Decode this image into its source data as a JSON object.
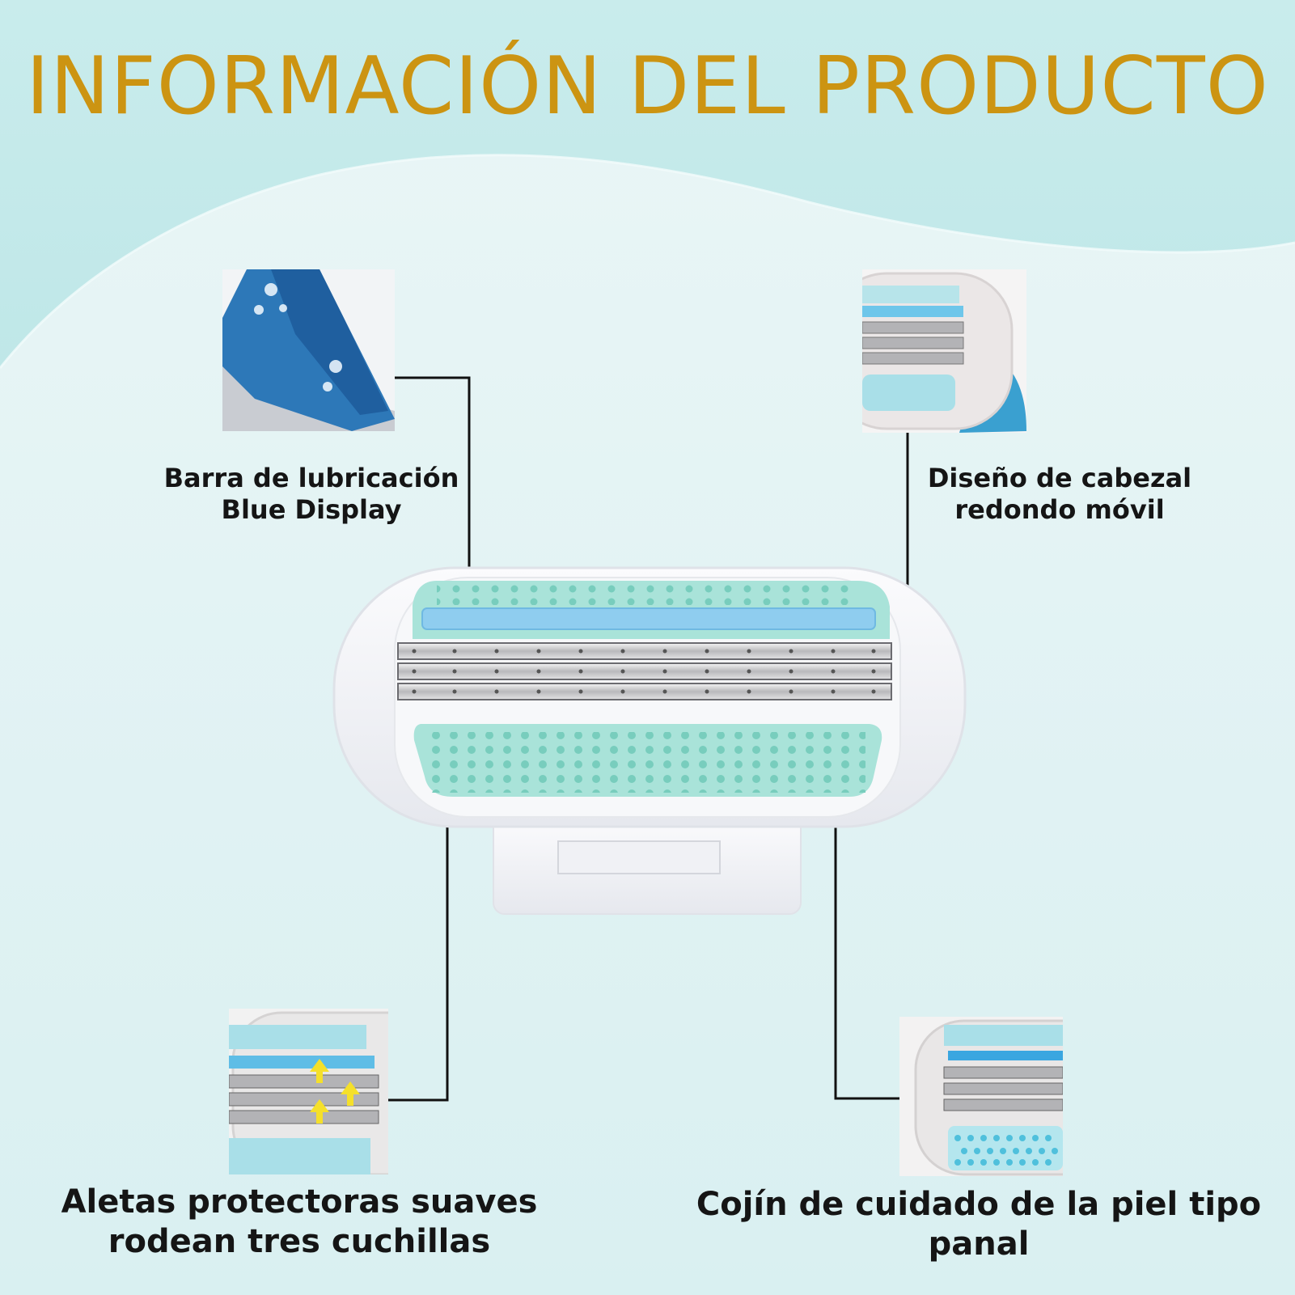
{
  "title": "INFORMACIÓN DEL PRODUCTO",
  "features": [
    {
      "line1": "Barra de lubricación",
      "line2": "Blue Display"
    },
    {
      "line1": "Diseño de cabezal",
      "line2": "redondo móvil"
    },
    {
      "line1": "Aletas protectoras suaves",
      "line2": "rodean tres cuchillas"
    },
    {
      "line1": "Cojín de cuidado de la piel tipo",
      "line2": "panal"
    }
  ],
  "colors": {
    "title": "#cc9412",
    "wave": "#c5e9ea",
    "cushion": "#a6e2d7",
    "lube": "#8ccbee",
    "leader_line": "#111111"
  }
}
